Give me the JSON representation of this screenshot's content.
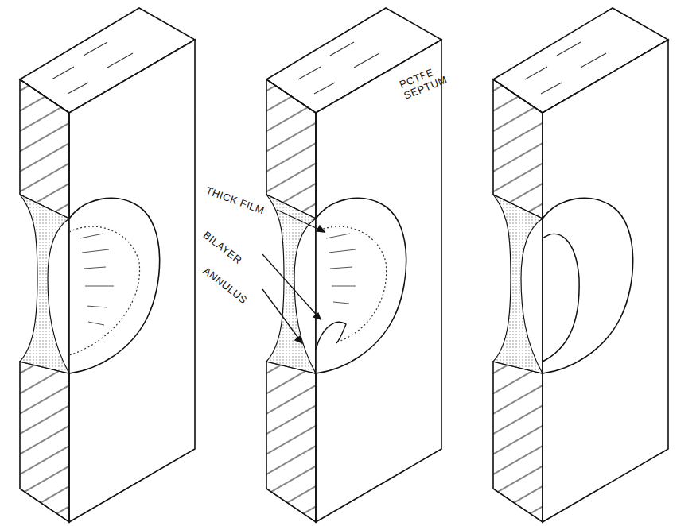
{
  "diagram": {
    "labels": [
      "THICK FILM",
      "BILAYER",
      "ANNULUS",
      "PCTFE SEPTUM"
    ]
  }
}
